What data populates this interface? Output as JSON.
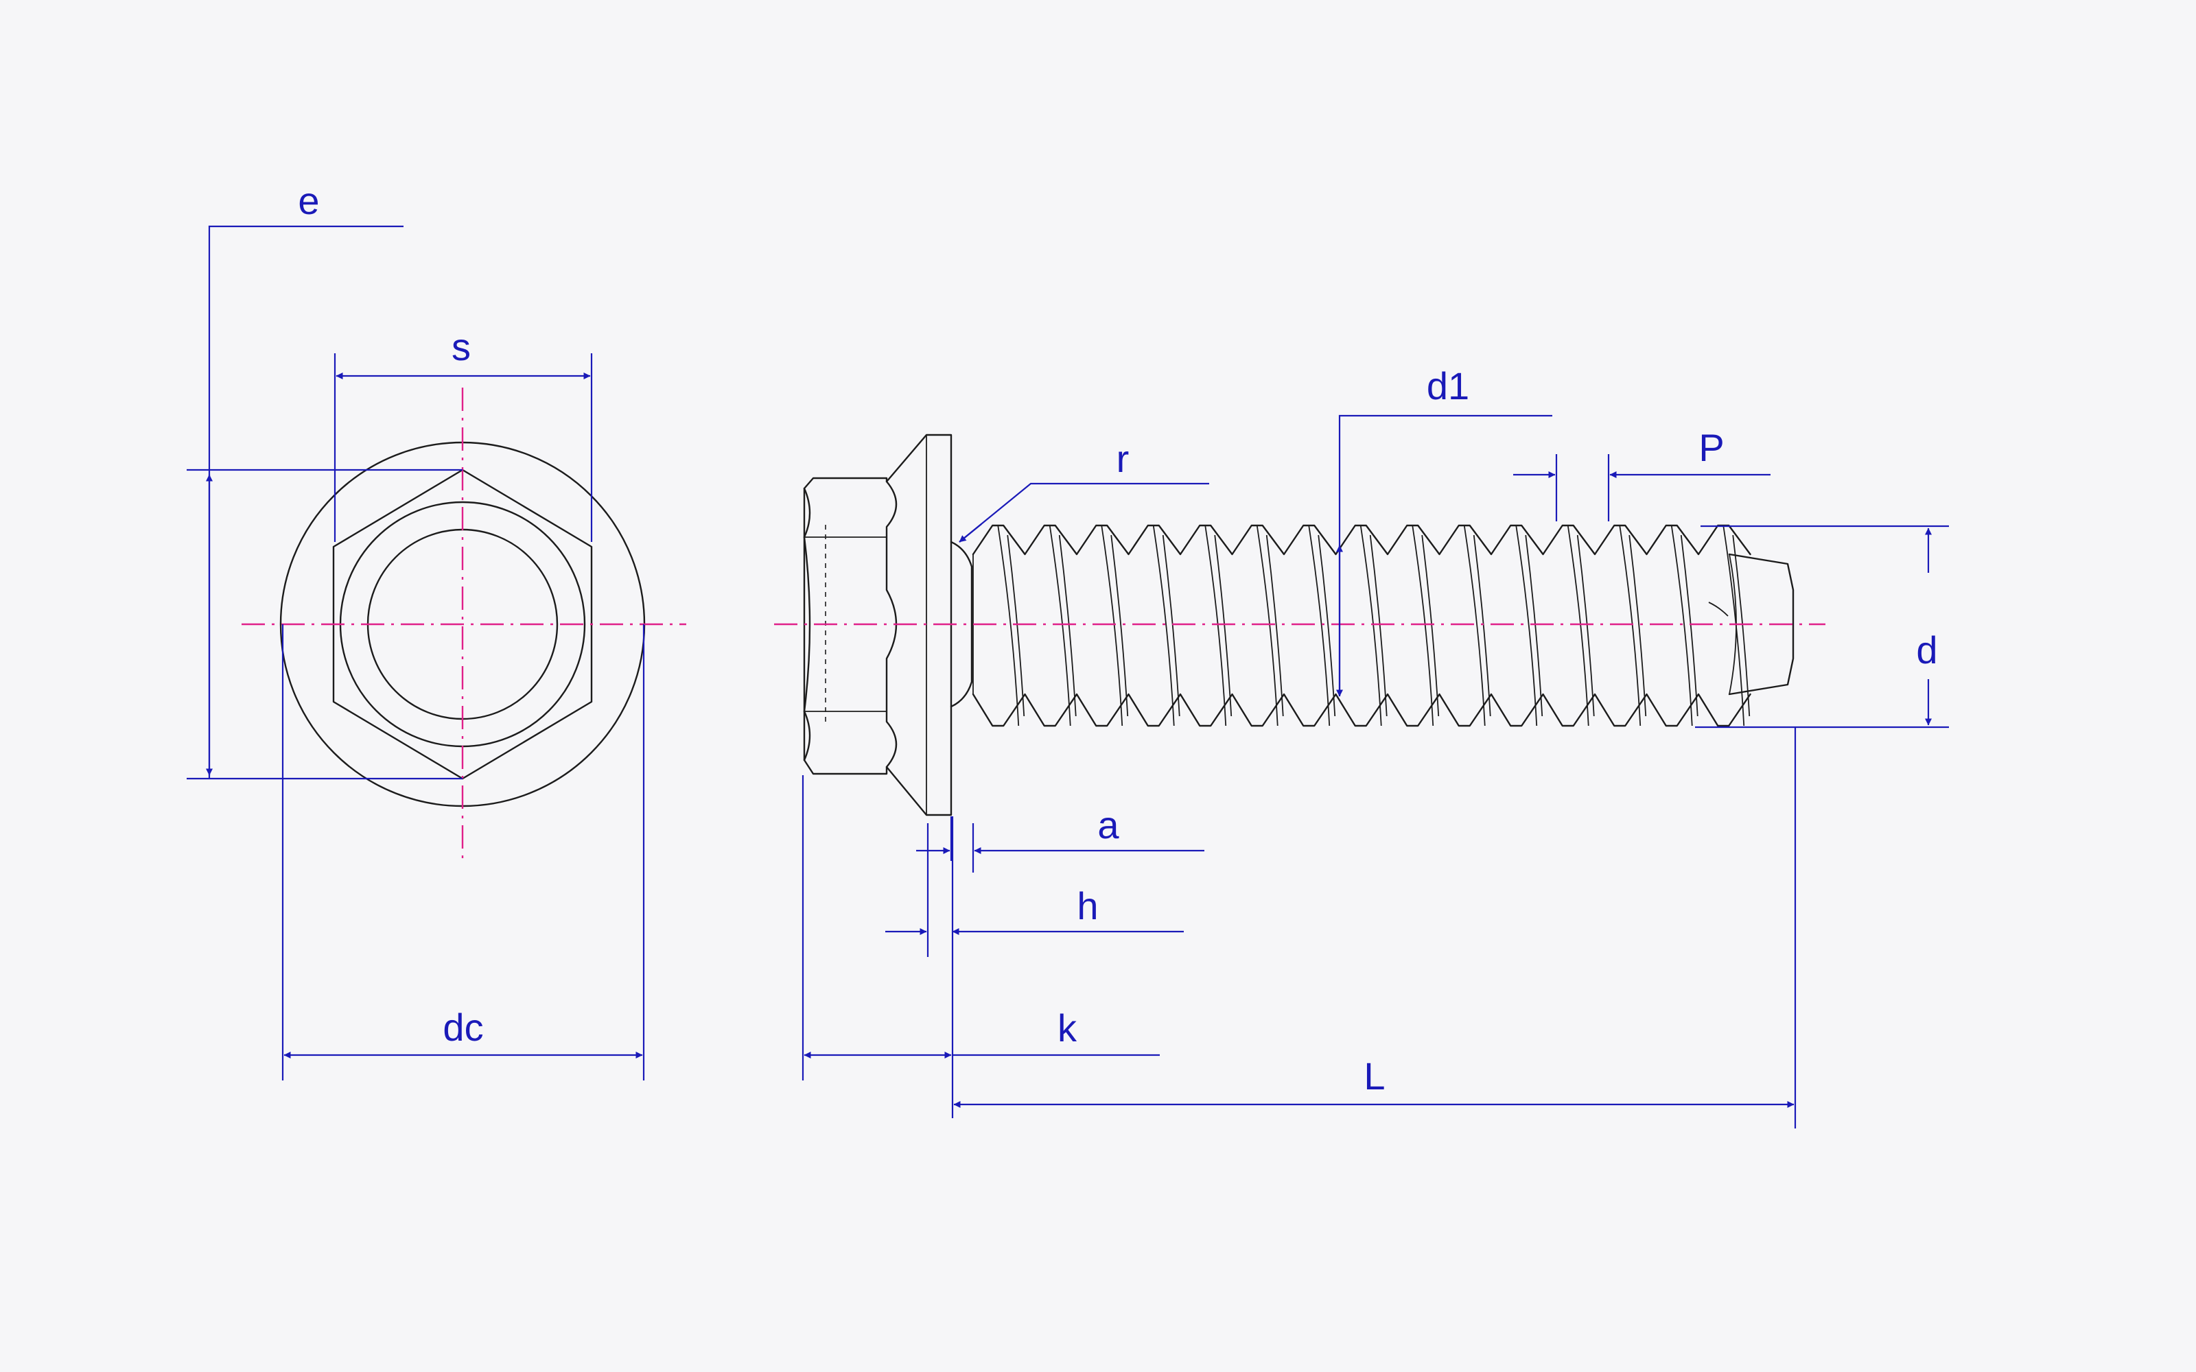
{
  "colors": {
    "background": "#f6f6f8",
    "object_lines": "#1c1c1c",
    "dimension_lines": "#1a1ab8",
    "center_lines": "#e0218a"
  },
  "labels": {
    "e": "e",
    "s": "s",
    "dc": "dc",
    "d1": "d1",
    "r": "r",
    "p": "P",
    "d": "d",
    "a": "a",
    "h": "h",
    "k": "k",
    "l": "L"
  }
}
